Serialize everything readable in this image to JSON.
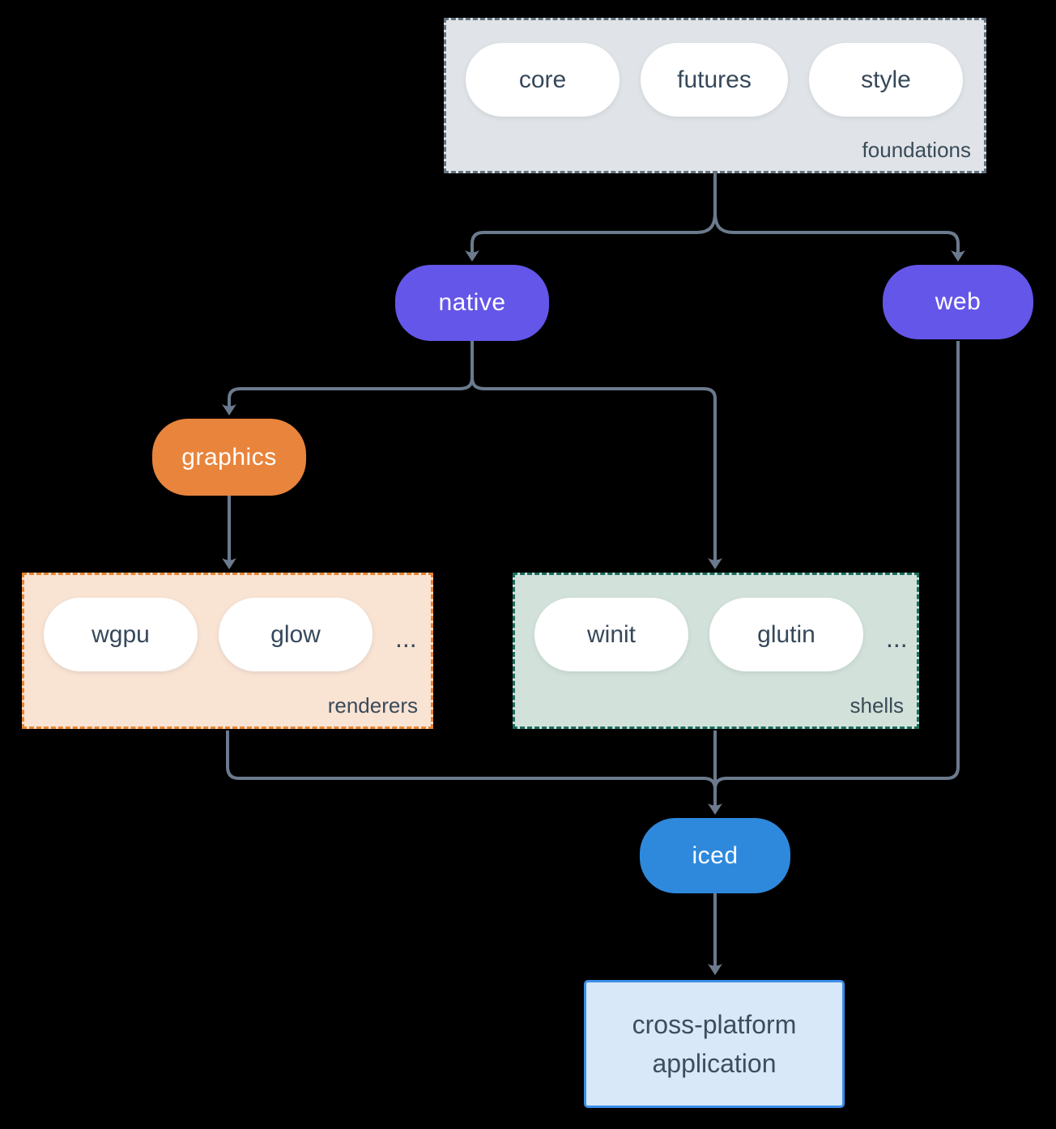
{
  "colors": {
    "background": "#000000",
    "connector": "#6b7a8d",
    "foundations_bg": "#e0e4e8",
    "foundations_border": "#64737f",
    "native_web_purple": "#6456e9",
    "graphics_orange": "#e8843c",
    "renderers_bg": "#f9e3d3",
    "renderers_border": "#e8842e",
    "shells_bg": "#d2e2da",
    "shells_border": "#1a6e5e",
    "iced_blue": "#2e89dc",
    "application_bg": "#d8e8f8",
    "application_border": "#3c8ee8",
    "text_dark": "#36485a",
    "text_light": "#ffffff"
  },
  "diagram": {
    "foundations": {
      "label": "foundations",
      "pills": [
        "core",
        "futures",
        "style"
      ]
    },
    "native": {
      "label": "native"
    },
    "web": {
      "label": "web"
    },
    "graphics": {
      "label": "graphics"
    },
    "renderers": {
      "label": "renderers",
      "pills": [
        "wgpu",
        "glow"
      ],
      "ellipsis": "..."
    },
    "shells": {
      "label": "shells",
      "pills": [
        "winit",
        "glutin"
      ],
      "ellipsis": "..."
    },
    "iced": {
      "label": "iced"
    },
    "application": {
      "label": "cross-platform application"
    }
  }
}
